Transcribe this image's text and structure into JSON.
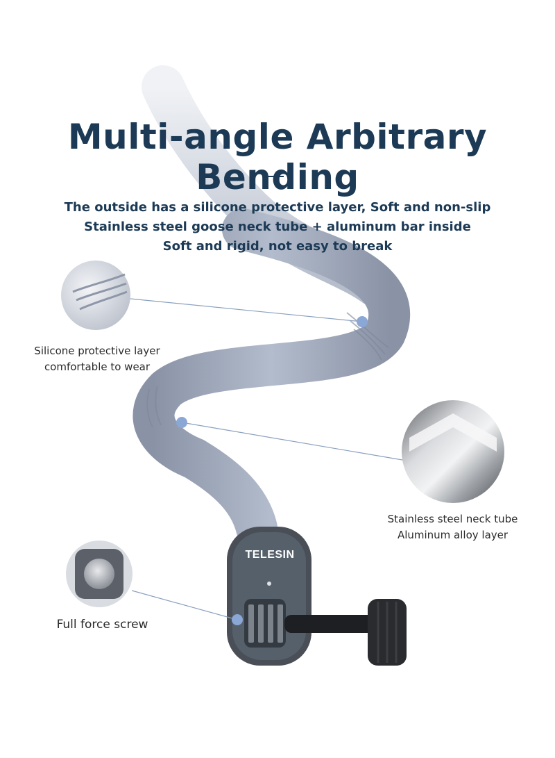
{
  "title": "Multi-angle Arbitrary Bending",
  "subtitle_lines": [
    "The outside has a silicone protective layer, Soft and non-slip",
    "Stainless steel goose neck tube + aluminum bar inside",
    "Soft and rigid, not easy to break"
  ],
  "callouts": {
    "silicone": {
      "line1": "Silicone protective layer",
      "line2": "comfortable to wear"
    },
    "steel": {
      "line1": "Stainless steel neck tube",
      "line2": "Aluminum alloy layer"
    },
    "screw": {
      "line1": "Full force screw"
    }
  },
  "product": {
    "brand": "TELESIN"
  },
  "colors": {
    "title": "#1c3a55",
    "neck_tube": "#9aa3b5",
    "mount_body": "#4a4f57",
    "callout_line": "#8aa0c0",
    "callout_dot": "#8aa7d6"
  }
}
